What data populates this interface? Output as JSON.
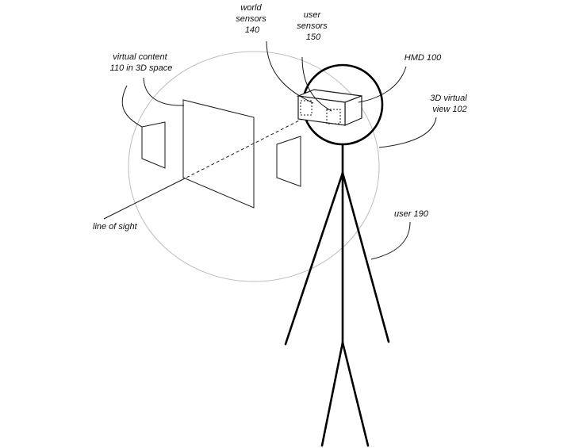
{
  "labels": {
    "world_sensors": [
      "world",
      "sensors",
      "140"
    ],
    "user_sensors": [
      "user",
      "sensors",
      "150"
    ],
    "hmd": "HMD 100",
    "virtual_view": [
      "3D virtual",
      "view 102"
    ],
    "virtual_content": [
      "virtual content",
      "110 in 3D space"
    ],
    "line_of_sight": "line of sight",
    "user": "user 190"
  },
  "colors": {
    "ink": "#000000",
    "view_sphere": "#bdbdbd"
  }
}
